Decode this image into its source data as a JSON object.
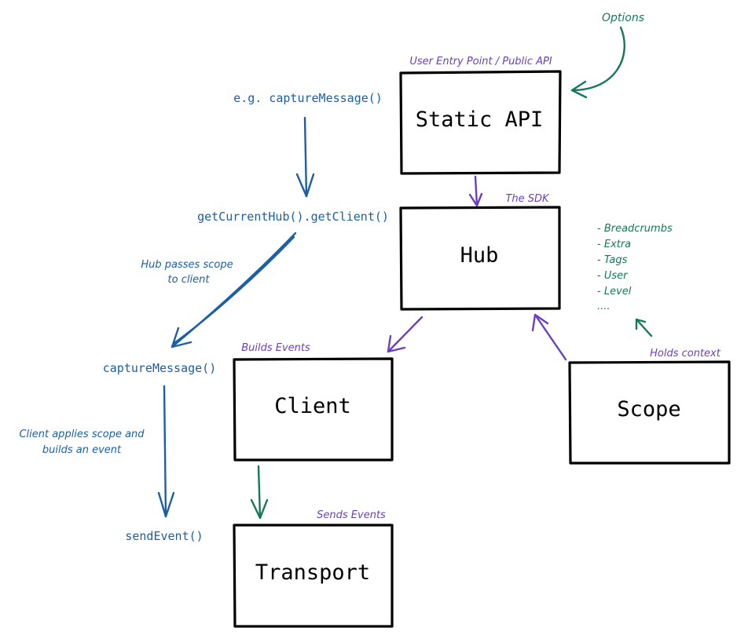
{
  "colors": {
    "blue": "#1c5fa4",
    "purple": "#6a3fc2",
    "green": "#137a55",
    "black": "#000000"
  },
  "boxes": {
    "static_api": "Static API",
    "hub": "Hub",
    "client": "Client",
    "scope": "Scope",
    "transport": "Transport"
  },
  "flow": {
    "capture_message_example": "e.g. captureMessage()",
    "get_current_hub": "getCurrentHub().getClient()",
    "hub_passes_scope_line1": "Hub passes scope",
    "hub_passes_scope_line2": "to client",
    "client_capture_message": "captureMessage()",
    "client_applies_line1": "Client applies scope and",
    "client_applies_line2": "builds an event",
    "send_event": "sendEvent()"
  },
  "annotations": {
    "options": "Options",
    "user_entry_point": "User Entry Point / Public API",
    "the_sdk": "The SDK",
    "builds_events": "Builds Events",
    "sends_events": "Sends Events",
    "holds_context": "Holds context"
  },
  "context_items": [
    "- Breadcrumbs",
    "- Extra",
    "- Tags",
    "- User",
    "- Level",
    "...."
  ]
}
